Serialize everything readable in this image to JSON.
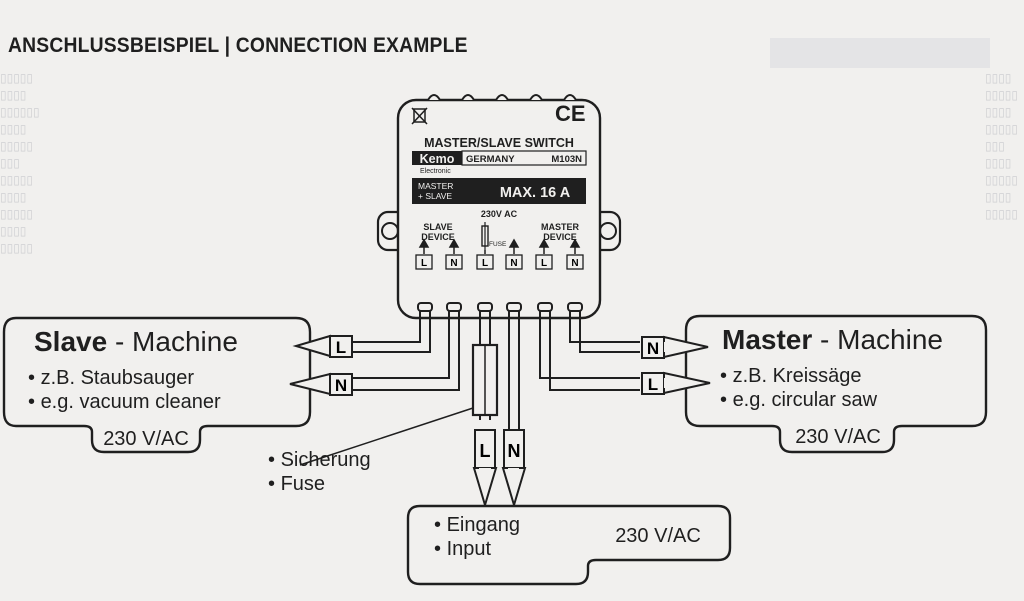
{
  "title": "ANSCHLUSSBEISPIEL | CONNECTION EXAMPLE",
  "module": {
    "name": "MASTER/SLAVE SWITCH",
    "brand": "Kemo",
    "brand_sub": "Electronic",
    "country": "GERMANY",
    "model": "M103N",
    "label_master": "MASTER",
    "label_slave": "+ SLAVE",
    "rating": "MAX. 16 A",
    "ce": "CE",
    "slave_device": [
      "SLAVE",
      "DEVICE"
    ],
    "master_device": [
      "MASTER",
      "DEVICE"
    ],
    "ac_label": "230V AC",
    "fuse_label": "FUSE",
    "terminals": [
      "L",
      "N",
      "L",
      "N",
      "L",
      "N"
    ]
  },
  "slave": {
    "title_bold": "Slave",
    "title_rest": " - Machine",
    "items": [
      "z.B. Staubsauger",
      "e.g. vacuum cleaner"
    ],
    "voltage": "230 V/AC",
    "wires": [
      "L",
      "N"
    ]
  },
  "master": {
    "title_bold": "Master",
    "title_rest": " - Machine",
    "items": [
      "z.B. Kreissäge",
      "e.g. circular saw"
    ],
    "voltage": "230 V/AC",
    "wires": [
      "N",
      "L"
    ]
  },
  "fuse": {
    "items": [
      "Sicherung",
      "Fuse"
    ]
  },
  "input": {
    "items": [
      "Eingang",
      "Input"
    ],
    "voltage": "230 V/AC",
    "wires": [
      "L",
      "N"
    ]
  },
  "colors": {
    "ink": "#1f1f1f",
    "paper": "#f1f0ee",
    "ghost_text": "#cfd0d3"
  }
}
